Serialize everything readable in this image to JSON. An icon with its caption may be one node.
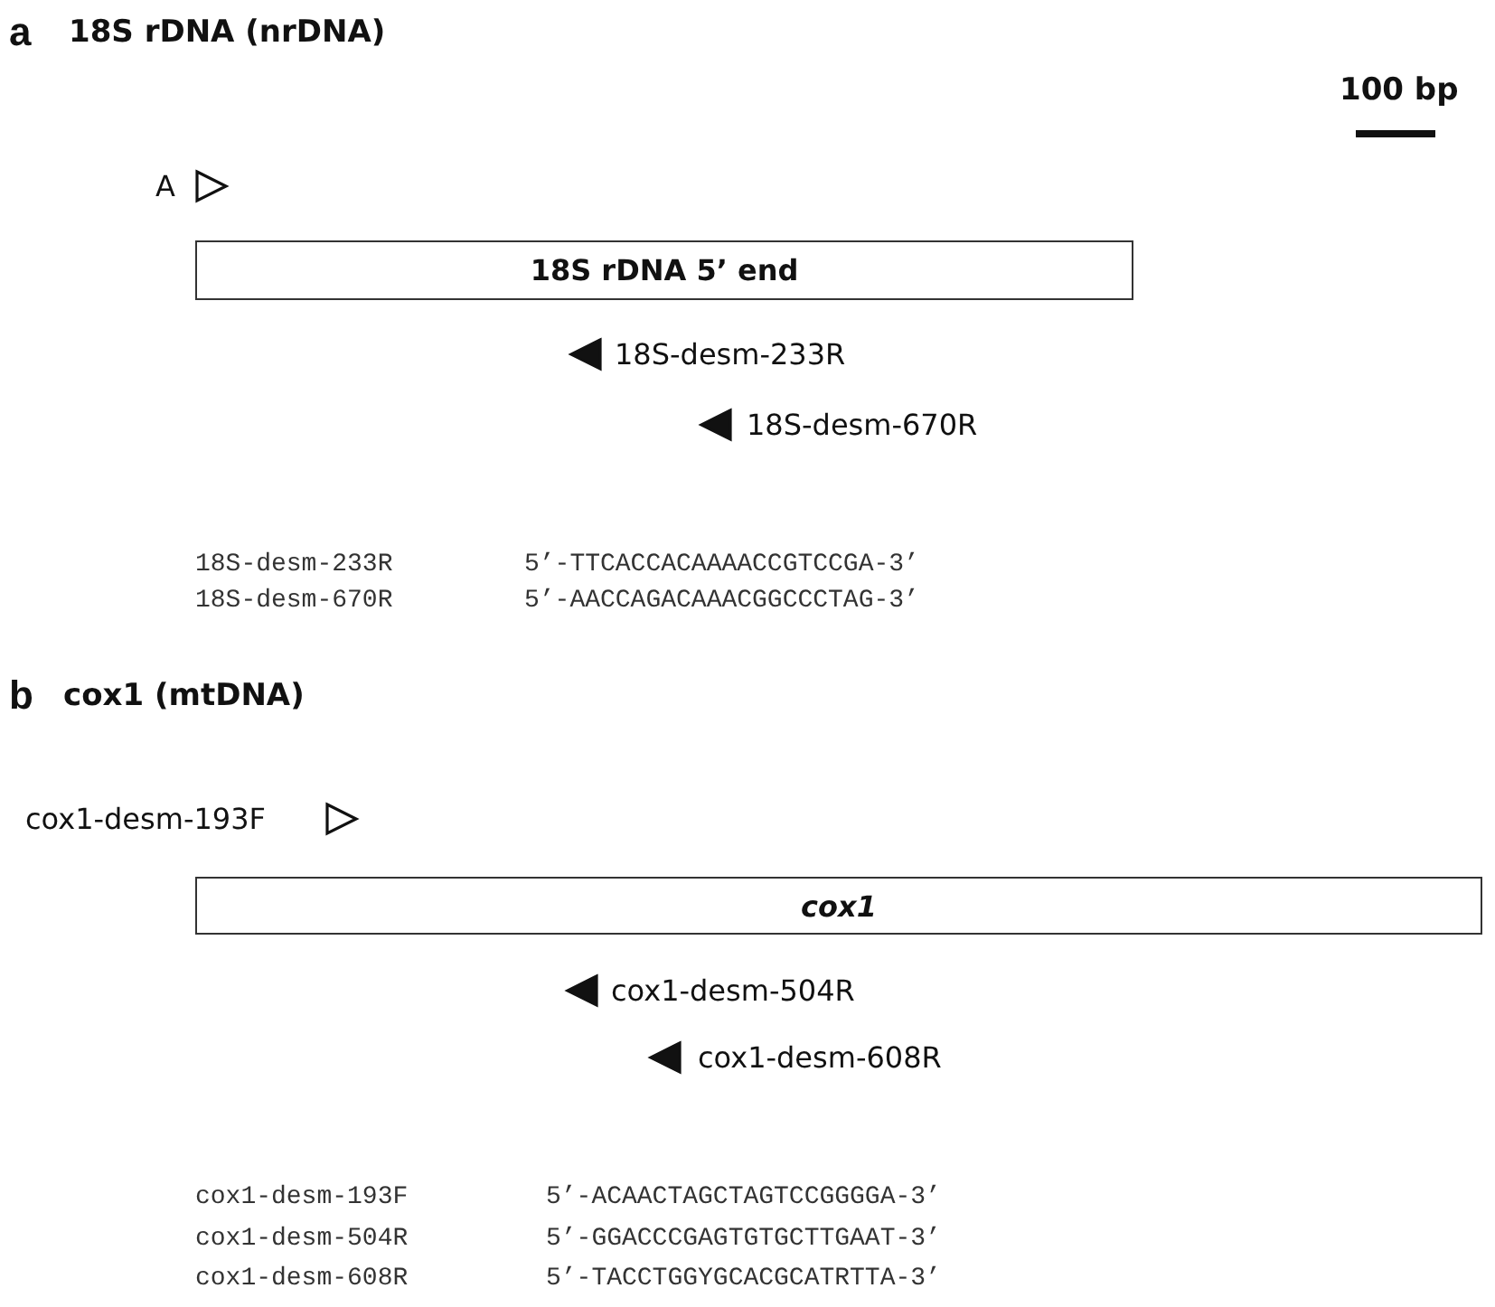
{
  "diagram": {
    "nodes": [
      {
        "text": [
          "18S rDNA 5’ end"
        ]
      },
      {
        "text": [
          "cox1"
        ]
      }
    ],
    "labels": [
      "a",
      "18S rDNA (nrDNA)",
      "100 bp",
      "A",
      "18S-desm-233R",
      "18S-desm-670R",
      "18S-desm-233R",
      "5’-TTCACCACAAAACCGTCCGA-3’",
      "18S-desm-670R",
      "5’-AACCAGACAAACGGCCCTAG-3’",
      "b",
      "cox1 (mtDNA)",
      "cox1-desm-193F",
      "cox1-desm-504R",
      "cox1-desm-608R",
      "cox1-desm-193F",
      "5’-ACAACTAGCTAGTCCGGGGA-3’",
      "cox1-desm-504R",
      "5’-GGACCCGAGTGTGCTTGAAT-3’",
      "cox1-desm-608R",
      "5’-TACCTGGYGCACGCATRTTA-3’"
    ]
  }
}
